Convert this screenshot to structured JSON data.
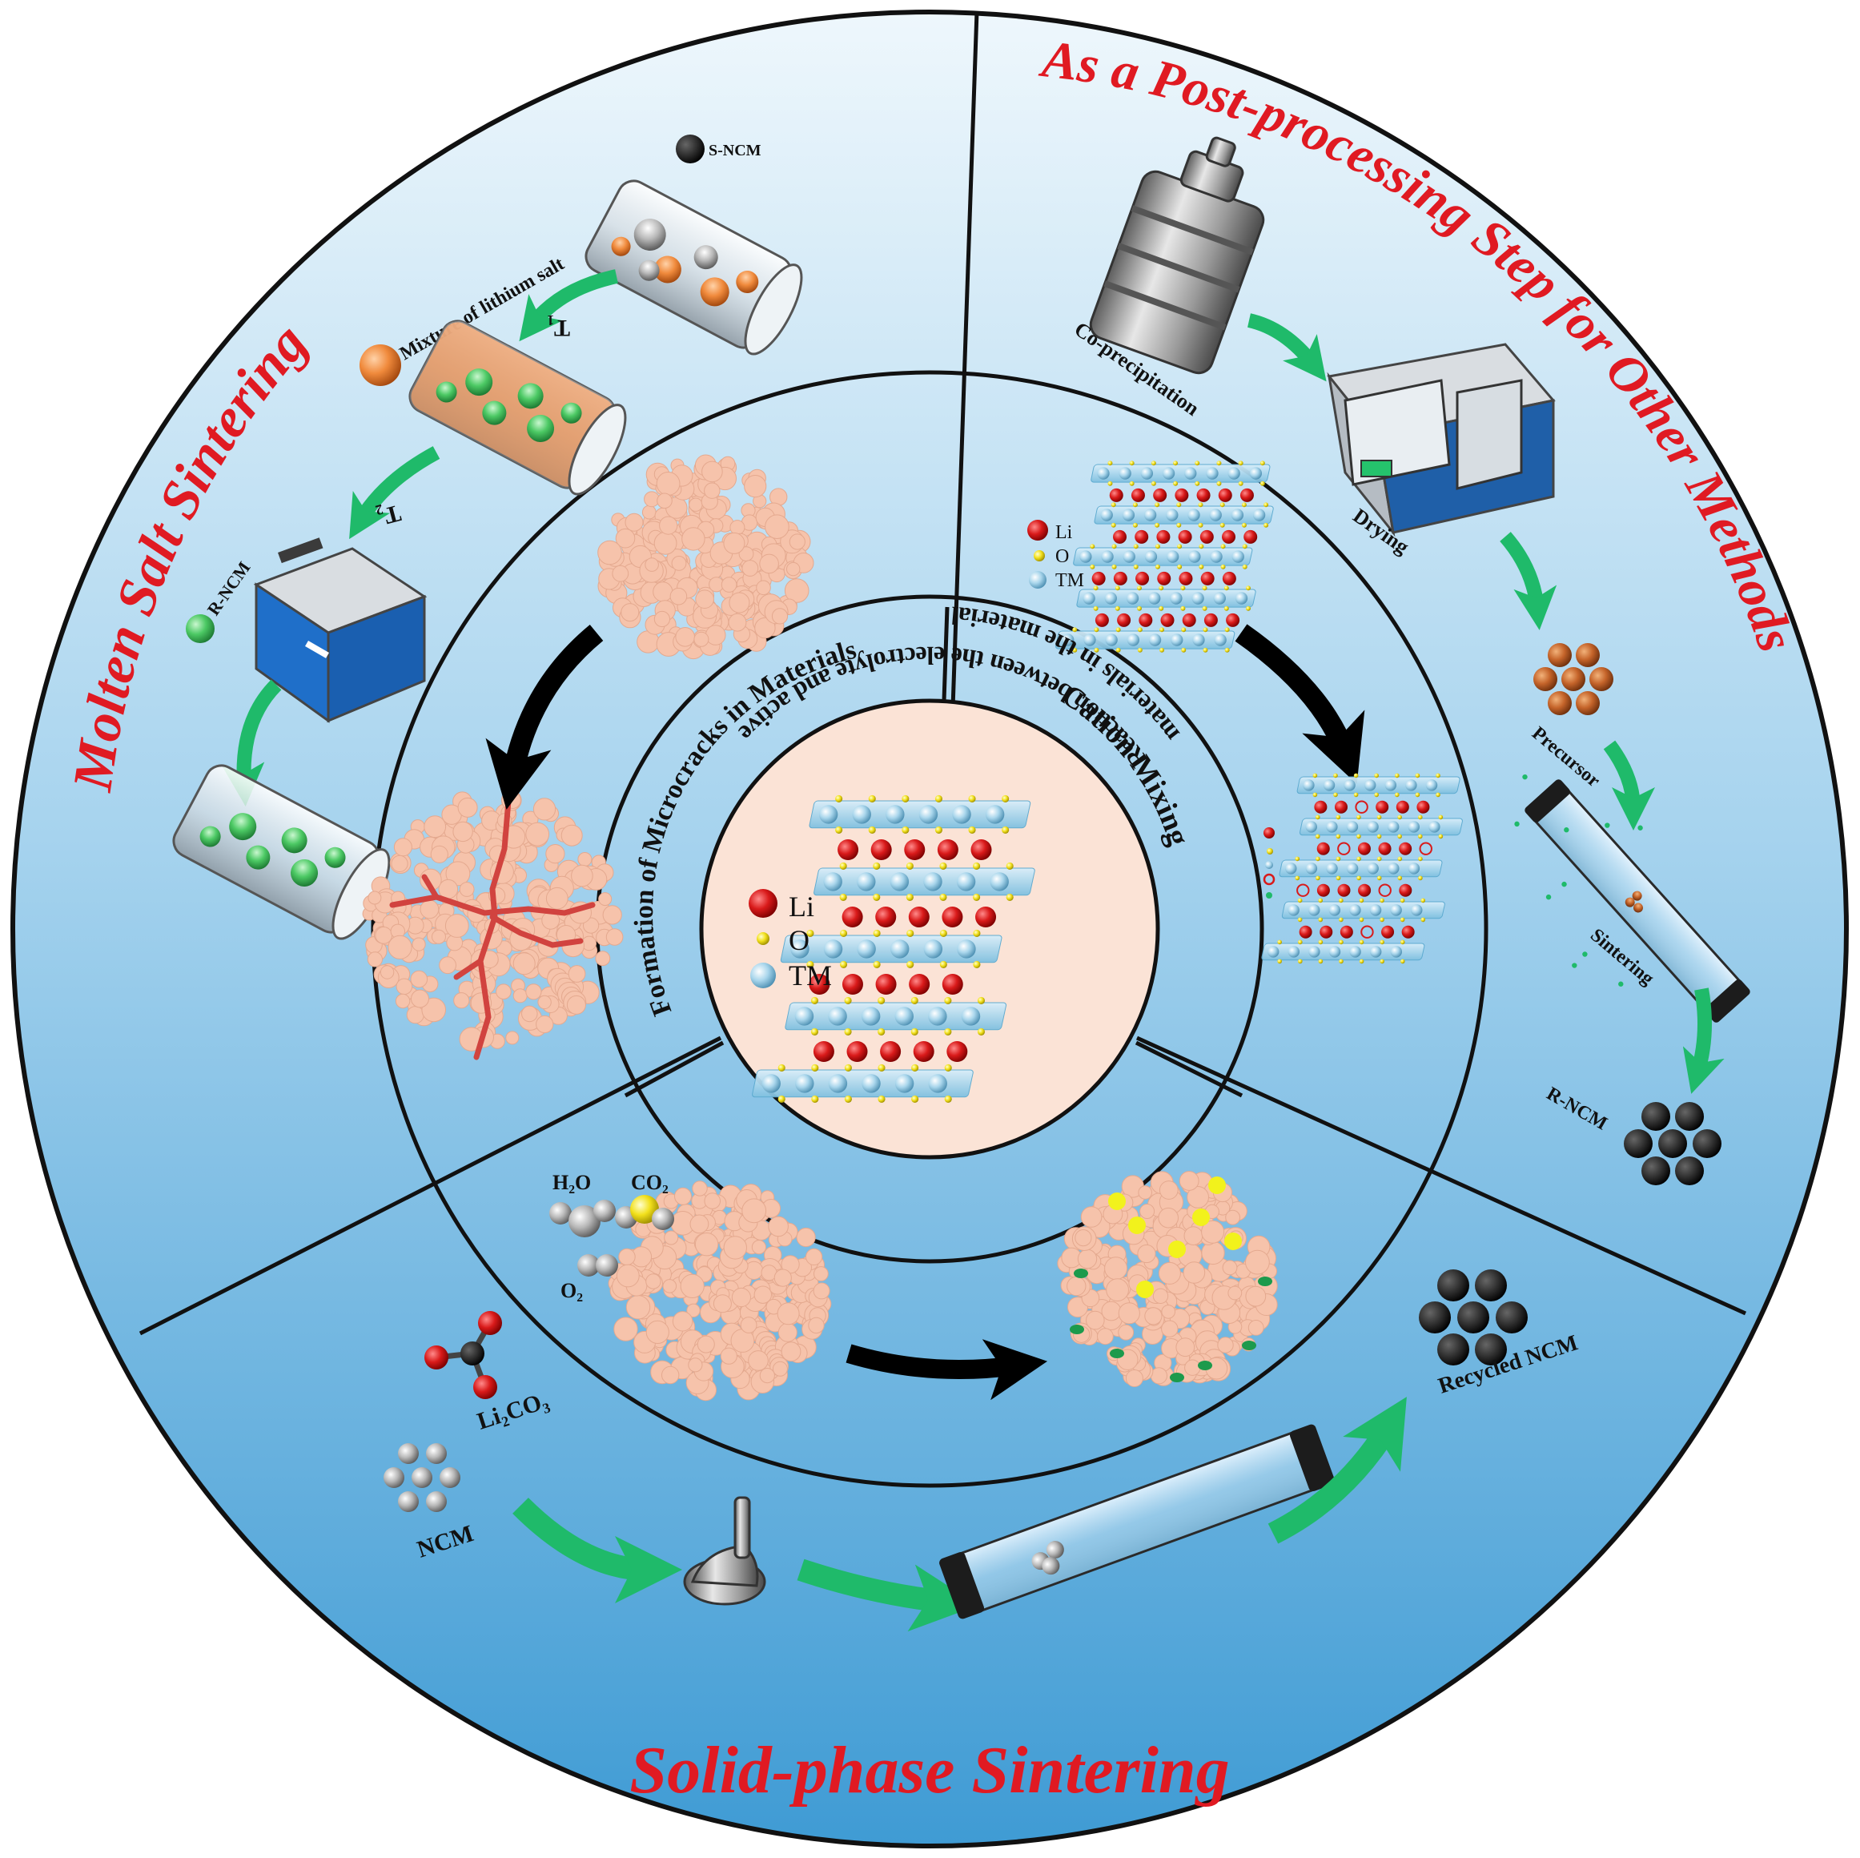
{
  "sections": {
    "molten_salt": {
      "title": "Molten Salt Sintering",
      "s_ncm": "S-NCM",
      "mixture": "Mixture of lithium salt",
      "t1": "T₁",
      "t2": "T₂",
      "r_ncm": "R-NCM"
    },
    "post_processing": {
      "title": "As a Post-processing Step for Other Methods",
      "coprecipitation": "Co-precipitation",
      "drying": "Drying",
      "precursor": "Precursor",
      "sintering": "Sintering",
      "r_ncm": "R-NCM"
    },
    "solid_phase": {
      "title": "Solid-phase Sintering",
      "li2co3": "Li₂CO₃",
      "ncm": "NCM",
      "recycled": "Recycled NCM"
    }
  },
  "middle_ring": {
    "gases": {
      "h2o": "H₂O",
      "co2": "CO₂",
      "o2": "O₂"
    },
    "legend": {
      "li": "Li",
      "o": "O",
      "tm": "TM"
    }
  },
  "inner_ring": {
    "microcracks": "Formation of Microcracks in Materials",
    "cation_mixing": "Cation Mixing",
    "reaction_line1": "Reaction between the electrolyte and active",
    "reaction_line2": "materials in the material"
  },
  "center": {
    "legend": {
      "li": "Li",
      "o": "O",
      "tm": "TM"
    }
  },
  "colors": {
    "title_red": "#e01a22",
    "bg_light": "#e6f3fb",
    "bg_dark": "#4da3d8",
    "particle": "#f6c3ab",
    "li_red": "#d91a1a",
    "o_yellow": "#f2e01c",
    "tm_blue": "#a9d6ec",
    "arrow_green": "#1fba6a",
    "crack_red": "#d1433f",
    "center_fill": "#fbe3d6"
  }
}
